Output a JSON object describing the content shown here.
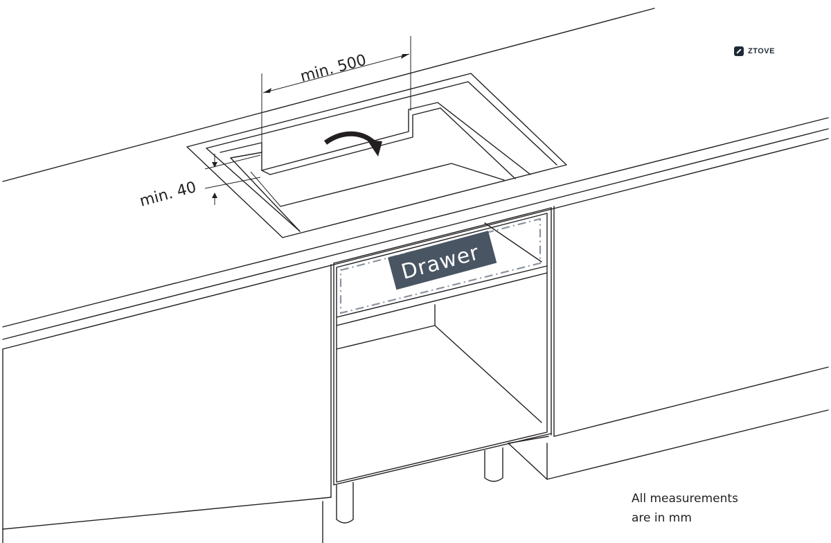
{
  "dimensions": {
    "width_label": "min. 500",
    "depth_label": "min. 40"
  },
  "drawer": {
    "label": "Drawer"
  },
  "brand": {
    "name": "ZTOVE",
    "logo_icon": "ztove-logo-icon"
  },
  "note": {
    "line1": "All measurements",
    "line2": "are in mm"
  },
  "colors": {
    "line": "#231f20",
    "label_box": "#4a5563",
    "dash": "#8a93a0"
  }
}
